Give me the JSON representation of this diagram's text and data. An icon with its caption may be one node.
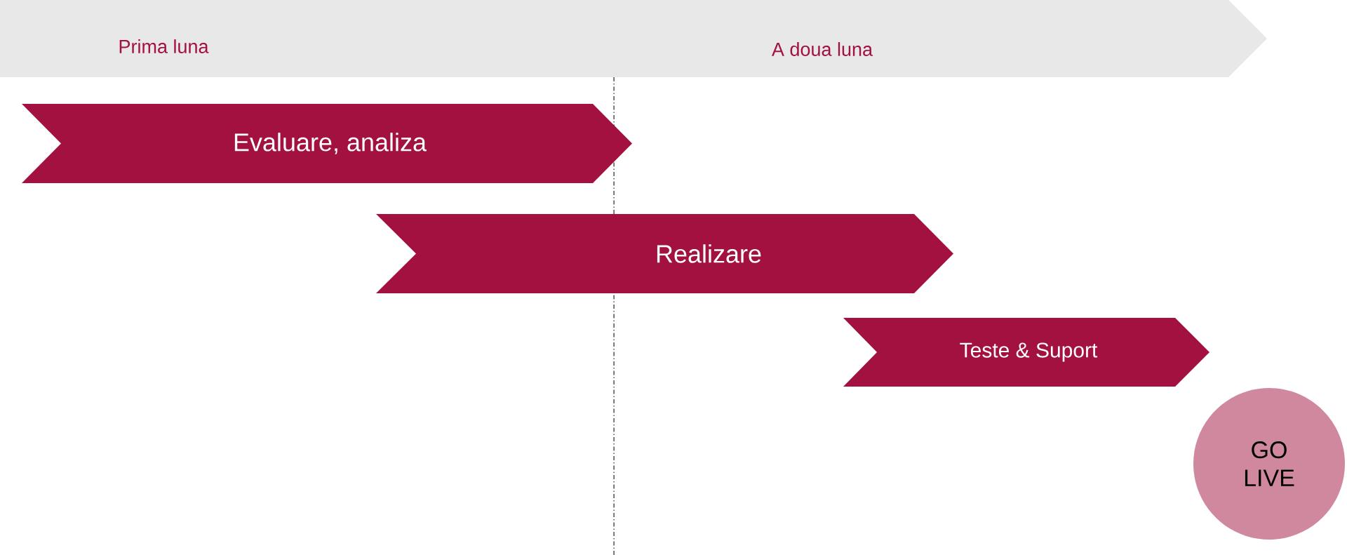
{
  "diagram": {
    "nodes": [
      {
        "text": [
          "Prima luna",
          "A doua luna"
        ]
      },
      {
        "text": [
          "Evaluare, analiza"
        ]
      },
      {
        "text": [
          "Realizare"
        ]
      },
      {
        "text": [
          "Teste & Suport"
        ]
      },
      {
        "text": [
          "GO LIVE"
        ]
      }
    ]
  }
}
